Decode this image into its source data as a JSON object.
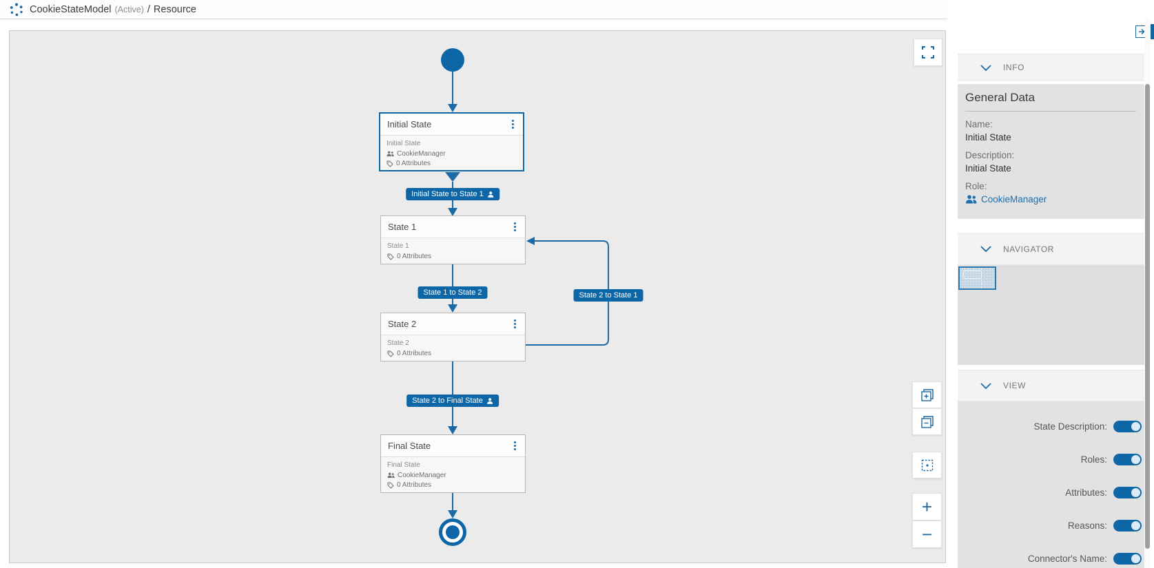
{
  "header": {
    "title": "CookieStateModel",
    "status": "(Active)",
    "separator": "/",
    "section": "Resource"
  },
  "canvas": {
    "nodes": {
      "initial": {
        "title": "Initial State",
        "description": "Initial State",
        "role": "CookieManager",
        "attributes": "0 Attributes"
      },
      "state1": {
        "title": "State 1",
        "description": "State 1",
        "attributes": "0 Attributes"
      },
      "state2": {
        "title": "State 2",
        "description": "State 2",
        "attributes": "0 Attributes"
      },
      "final": {
        "title": "Final State",
        "description": "Final State",
        "role": "CookieManager",
        "attributes": "0 Attributes"
      }
    },
    "connectors": {
      "c1": {
        "label": "Initial State to State 1"
      },
      "c2": {
        "label": "State 1 to State 2"
      },
      "c3": {
        "label": "State 2 to State 1"
      },
      "c4": {
        "label": "State 2 to Final State"
      }
    },
    "controls": {
      "zoom_in": "+",
      "zoom_out": "−"
    }
  },
  "sidebar": {
    "sections": {
      "info": "INFO",
      "navigator": "NAVIGATOR",
      "view": "VIEW"
    },
    "general_data": {
      "title": "General Data",
      "name_label": "Name:",
      "name_value": "Initial State",
      "description_label": "Description:",
      "description_value": "Initial State",
      "role_label": "Role:",
      "role_value": "CookieManager"
    },
    "view_toggles": [
      {
        "label": "State Description:",
        "state": "on"
      },
      {
        "label": "Roles:",
        "state": "on"
      },
      {
        "label": "Attributes:",
        "state": "on"
      },
      {
        "label": "Reasons:",
        "state": "on"
      },
      {
        "label": "Connector's Name:",
        "state": "on"
      }
    ]
  },
  "colors": {
    "accent": "#0d67a7",
    "line": "#1b6aa5",
    "canvas_bg": "#ebebeb"
  }
}
